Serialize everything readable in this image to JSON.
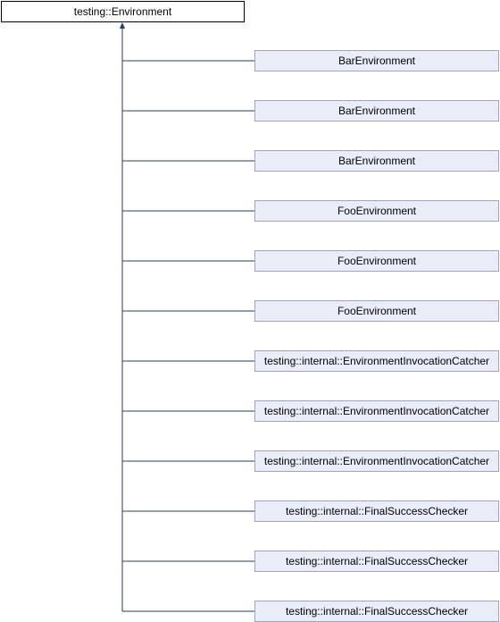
{
  "diagram": {
    "base_class": "testing::Environment",
    "derived_classes": [
      "BarEnvironment",
      "BarEnvironment",
      "BarEnvironment",
      "FooEnvironment",
      "FooEnvironment",
      "FooEnvironment",
      "testing::internal::EnvironmentInvocationCatcher",
      "testing::internal::EnvironmentInvocationCatcher",
      "testing::internal::EnvironmentInvocationCatcher",
      "testing::internal::FinalSuccessChecker",
      "testing::internal::FinalSuccessChecker",
      "testing::internal::FinalSuccessChecker"
    ]
  },
  "colors": {
    "derived_fill": "#e8edf8",
    "derived_border": "#9aa6c2",
    "edge": "#1f3a7a"
  }
}
